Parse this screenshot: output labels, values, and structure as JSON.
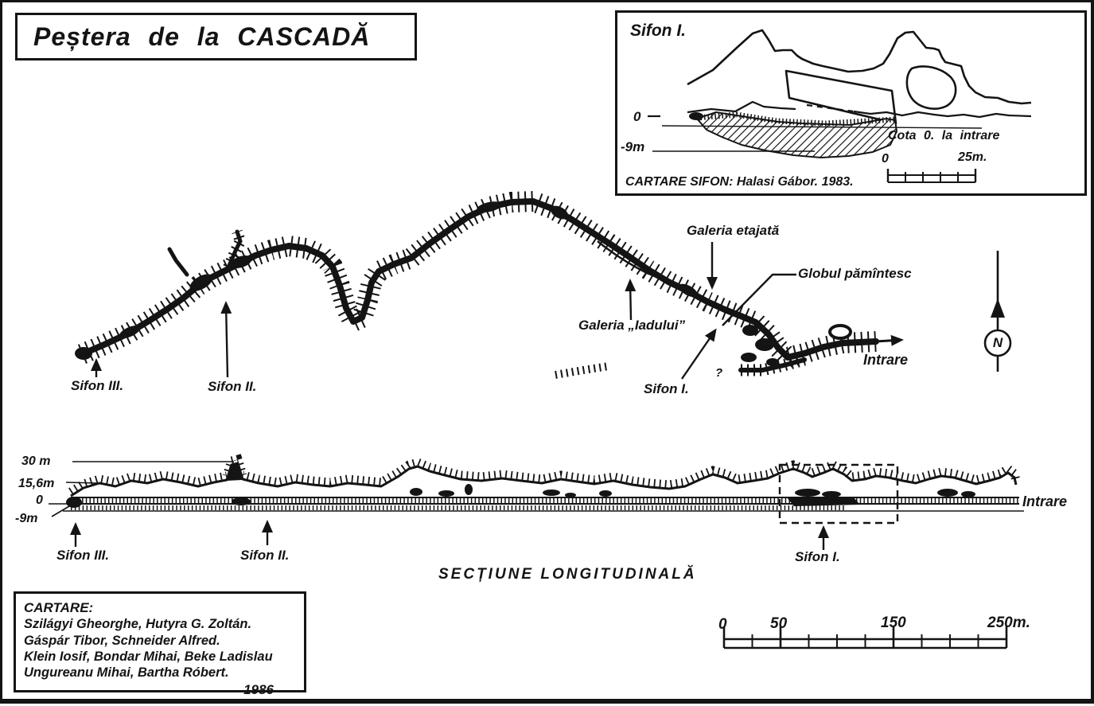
{
  "sheet": {
    "title": "Peștera de la CASCADĂ"
  },
  "inset": {
    "title": "Sifon I.",
    "levels": {
      "zero": "0",
      "minus_nine": "-9m"
    },
    "note": "Cota 0. la intrare",
    "scale": {
      "start": "0",
      "end": "25m."
    },
    "credit": "CARTARE SIFON: Halasi Gábor. 1983."
  },
  "plan": {
    "labels": {
      "galeria_etajata": "Galeria etajată",
      "globul_pamintesc": "Globul pămîntesc",
      "galeria_iadului": "Galeria „Iadului”",
      "sifon_1": "Sifon I.",
      "sifon_2": "Sifon II.",
      "sifon_3": "Sifon III.",
      "intrare": "Intrare",
      "unknown_mark": "?"
    },
    "north_letter": "N"
  },
  "section": {
    "title": "SECȚIUNE LONGITUDINALĂ",
    "levels": {
      "l30": "30 m",
      "l156": "15,6m",
      "l0": "0",
      "lm9": "-9m"
    },
    "labels": {
      "sifon_3": "Sifon III.",
      "sifon_2": "Sifon II.",
      "sifon_1": "Sifon I.",
      "intrare": "Intrare"
    }
  },
  "credits": {
    "heading": "CARTARE:",
    "lines": [
      "Szilágyi Gheorghe, Hutyra G. Zoltán.",
      "Gáspár Tibor, Schneider Alfred.",
      "Klein Iosif, Bondar Mihai, Beke Ladislau",
      "Ungureanu Mihai, Bartha Róbert."
    ],
    "year": "1986"
  },
  "main_scale": {
    "ticks": [
      "0",
      "50",
      "150",
      "250m."
    ]
  },
  "colors": {
    "ink": "#141414",
    "paper": "#ffffff"
  }
}
